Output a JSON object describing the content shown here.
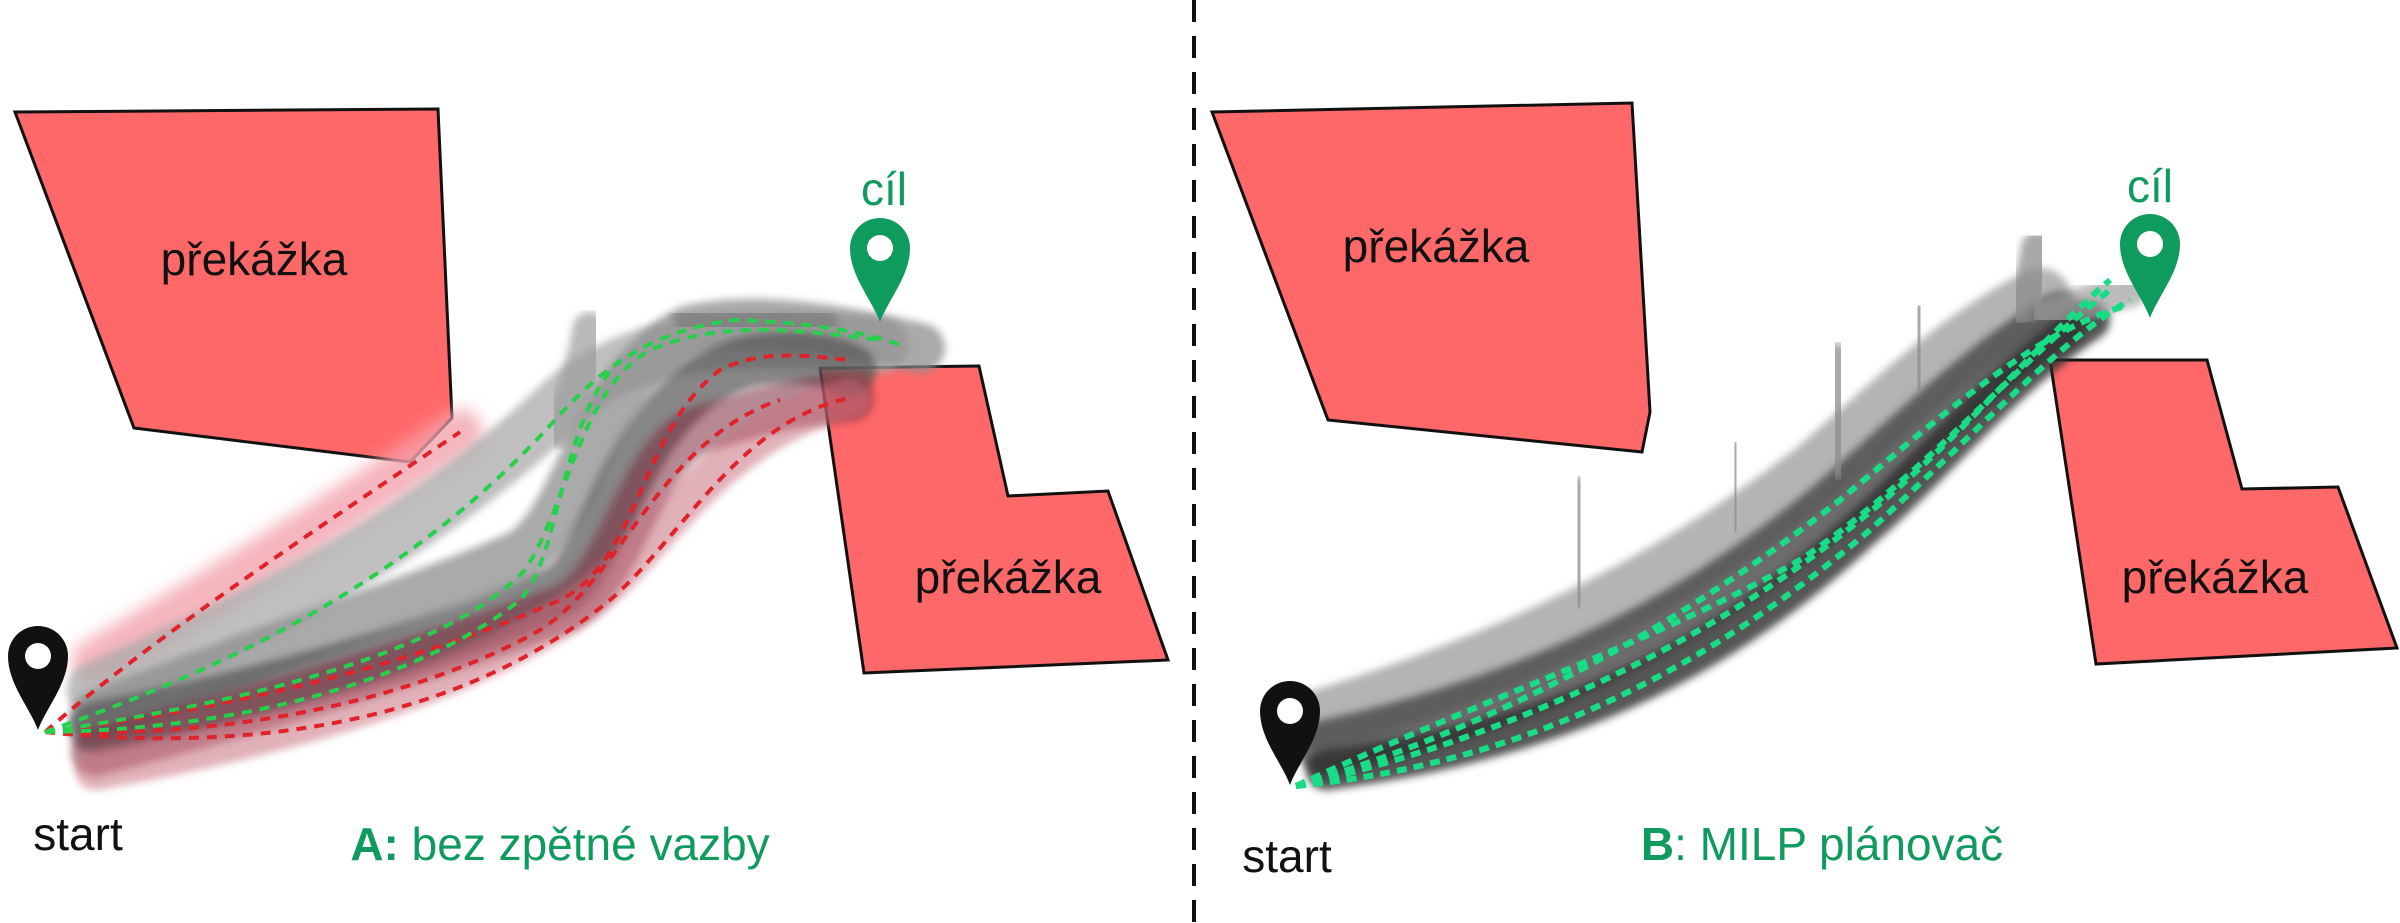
{
  "panels": {
    "left": {
      "obstacle_top_label": "překážka",
      "obstacle_bottom_label": "překážka",
      "goal_label": "cíl",
      "start_label": "start",
      "caption_prefix": "A:",
      "caption_text": " bez zpětné vazby"
    },
    "right": {
      "obstacle_top_label": "překážka",
      "obstacle_bottom_label": "překážka",
      "goal_label": "cíl",
      "start_label": "start",
      "caption_prefix": "B",
      "caption_text": ": MILP plánovač"
    }
  },
  "colors": {
    "obstacle": "#ff6868",
    "accent_green": "#0f9a5e",
    "trajectory_red": "#e0222a",
    "trajectory_green": "#27cf4c",
    "trajectory_cyan": "#18dc86",
    "start_pin": "#111111"
  },
  "icons": {
    "goal_marker": "map-pin-icon",
    "start_marker": "map-pin-icon"
  }
}
